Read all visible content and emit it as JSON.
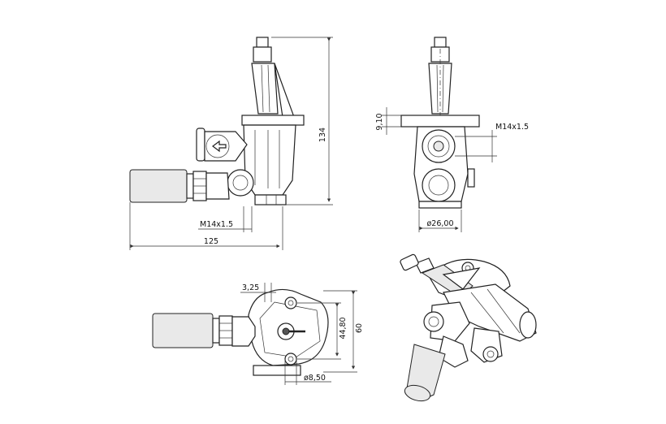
{
  "dimensions": {
    "height_total": "134",
    "length_total": "125",
    "thread_side": "M14x1.5",
    "thread_front": "M14x1.5",
    "flange_thickness": "9,10",
    "diameter_front": "ø26,00",
    "offset_top": "3,25",
    "hole_spacing": "44,80",
    "flange_width": "60",
    "hole_diameter": "ø8,50"
  }
}
